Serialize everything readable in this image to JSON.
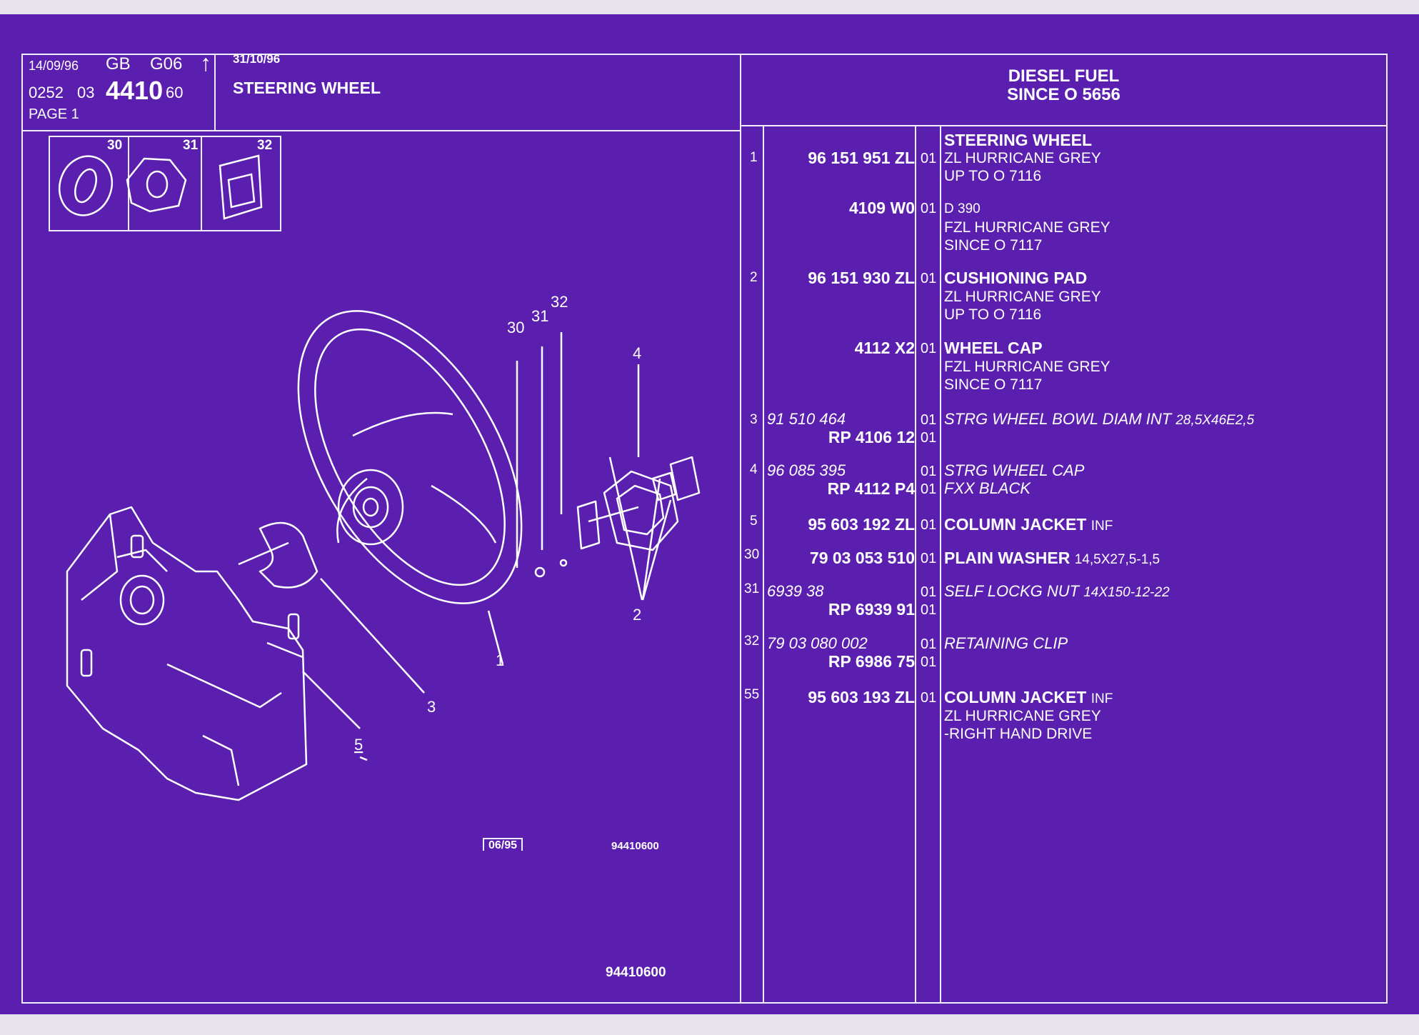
{
  "header": {
    "date1": "14/09/96",
    "lang": "GB",
    "group": "G06",
    "arrow": "↑",
    "code_a": "0252",
    "code_b": "03",
    "code_main": "4410",
    "code_c": "60",
    "page": "PAGE 1",
    "date2": "31/10/96",
    "title": "STEERING WHEEL",
    "right_title_1": "DIESEL FUEL",
    "right_title_2": "SINCE O  5656"
  },
  "thumbnails": [
    "30",
    "31",
    "32"
  ],
  "diagram": {
    "callouts": [
      "4",
      "32",
      "31",
      "30",
      "2",
      "1",
      "3",
      "5"
    ],
    "stamp": "06/95",
    "ref_code": "94410600"
  },
  "footer": {
    "code": "94410600"
  },
  "parts": [
    {
      "item": "1",
      "ref": "96 151 951 ZL",
      "qty": "01",
      "desc_b": "STEERING WHEEL",
      "lines": [
        "ZL HURRICANE GREY",
        "UP TO O 7116"
      ]
    },
    {
      "item": "",
      "ref": "4109 W0",
      "qty": "01",
      "desc_n": "D 390",
      "lines": [
        "FZL HURRICANE GREY",
        "SINCE O 7117"
      ]
    },
    {
      "item": "2",
      "ref": "96 151 930 ZL",
      "qty": "01",
      "desc_b": "CUSHIONING PAD",
      "lines": [
        "ZL HURRICANE GREY",
        "UP TO O 7116"
      ]
    },
    {
      "item": "",
      "ref": "4112 X2",
      "qty": "01",
      "desc_b": "WHEEL CAP",
      "lines": [
        "FZL HURRICANE GREY",
        "SINCE O 7117"
      ]
    },
    {
      "item": "3",
      "ref_old": "91 510 464",
      "ref_rp": "RP  4106 12",
      "qty": "01",
      "qty2": "01",
      "desc_i": "STRG WHEEL BOWL DIAM INT",
      "desc_i_small": "28,5X46E2,5"
    },
    {
      "item": "4",
      "ref_old": "96 085 395",
      "ref_rp": "RP  4112 P4",
      "qty": "01",
      "qty2": "01",
      "desc_i": "STRG WHEEL CAP",
      "line_i": "FXX BLACK"
    },
    {
      "item": "5",
      "ref": "95 603 192 ZL",
      "qty": "01",
      "desc_b": "COLUMN JACKET",
      "desc_small": "INF"
    },
    {
      "item": "30",
      "ref": "79 03 053 510",
      "qty": "01",
      "desc_b": "PLAIN WASHER",
      "desc_small": "14,5X27,5-1,5"
    },
    {
      "item": "31",
      "ref_old": "6939 38",
      "ref_rp": "RP  6939 91",
      "qty": "01",
      "qty2": "01",
      "desc_i": "SELF LOCKG NUT",
      "desc_i_small": "14X150-12-22"
    },
    {
      "item": "32",
      "ref_old": "79 03 080 002",
      "ref_rp": "RP  6986 75",
      "qty": "01",
      "qty2": "01",
      "desc_i": "RETAINING CLIP"
    },
    {
      "item": "55",
      "ref": "95 603 193 ZL",
      "qty": "01",
      "desc_b": "COLUMN JACKET",
      "desc_small": "INF",
      "lines": [
        "ZL HURRICANE GREY",
        "-RIGHT HAND DRIVE"
      ]
    }
  ],
  "colors": {
    "sheet": "#5b1fb0",
    "ink": "#ffffff",
    "background": "#e8e4ee"
  }
}
